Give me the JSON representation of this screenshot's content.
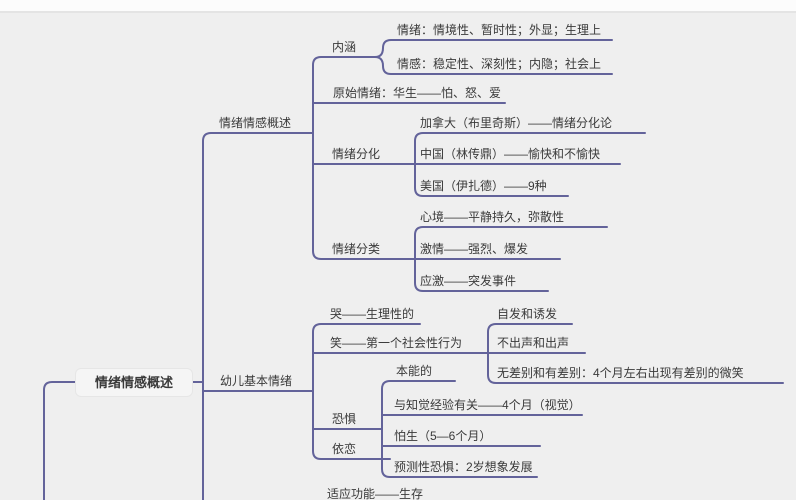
{
  "colors": {
    "line": "#63639a",
    "text": "#3a3a3a",
    "bg": "#efefef",
    "topbar": "#fcfcfc",
    "rootFill": "#f5f5f5"
  },
  "map": {
    "root": {
      "label": "情绪情感概述"
    },
    "branches": [
      {
        "label": "情绪情感概述",
        "children": [
          {
            "label": "内涵",
            "children": [
              {
                "label": "情绪：情境性、暂时性；外显；生理上"
              },
              {
                "label": "情感：稳定性、深刻性；内隐；社会上"
              }
            ]
          },
          {
            "label": "原始情绪：华生——怕、怒、爱"
          },
          {
            "label": "情绪分化",
            "children": [
              {
                "label": "加拿大（布里奇斯）——情绪分化论"
              },
              {
                "label": "中国（林传鼎）——愉快和不愉快"
              },
              {
                "label": "美国（伊扎德）——9种"
              }
            ]
          },
          {
            "label": "情绪分类",
            "children": [
              {
                "label": "心境——平静持久，弥散性"
              },
              {
                "label": "激情——强烈、爆发"
              },
              {
                "label": "应激——突发事件"
              }
            ]
          }
        ]
      },
      {
        "label": "幼儿基本情绪",
        "children": [
          {
            "label": "哭——生理性的"
          },
          {
            "label": "笑——第一个社会性行为",
            "children": [
              {
                "label": "自发和诱发"
              },
              {
                "label": "不出声和出声"
              },
              {
                "label": "无差别和有差别：4个月左右出现有差别的微笑"
              }
            ]
          },
          {
            "label": "恐惧",
            "children": [
              {
                "label": "本能的"
              },
              {
                "label": "与知觉经验有关——4个月（视觉）"
              },
              {
                "label": "怕生（5—6个月）"
              },
              {
                "label": "预测性恐惧：2岁想象发展"
              }
            ]
          },
          {
            "label": "依恋"
          }
        ]
      }
    ],
    "clipped": {
      "label": "适应功能——生存"
    }
  }
}
